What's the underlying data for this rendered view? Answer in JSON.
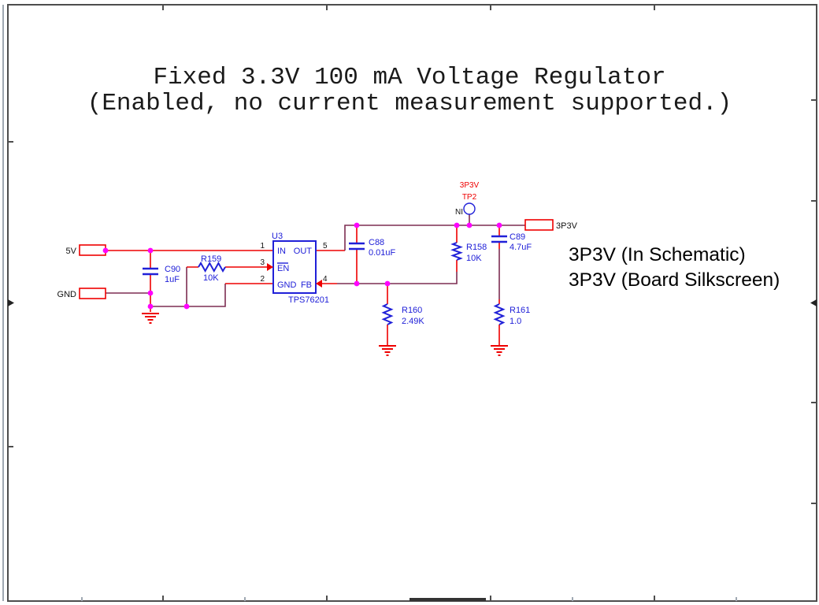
{
  "title": {
    "line1": "Fixed 3.3V 100 mA Voltage Regulator",
    "line2": "(Enabled, no current measurement supported.)"
  },
  "annotations": {
    "in_schematic": "3P3V (In Schematic)",
    "board_silkscreen": "3P3V (Board Silkscreen)"
  },
  "ports": {
    "p5v": {
      "label": "5V"
    },
    "gnd": {
      "label": "GND"
    },
    "p3p3v": {
      "label": "3P3V"
    }
  },
  "ic": {
    "ref": "U3",
    "part": "TPS76201",
    "pins": {
      "in": {
        "num": "1",
        "name": "IN"
      },
      "en": {
        "num": "3",
        "name": "EN"
      },
      "gnd": {
        "num": "2",
        "name": "GND"
      },
      "out": {
        "num": "5",
        "name": "OUT"
      },
      "fb": {
        "num": "4",
        "name": "FB"
      }
    }
  },
  "components": {
    "c90": {
      "ref": "C90",
      "value": "1uF"
    },
    "r159": {
      "ref": "R159",
      "value": "10K"
    },
    "c88": {
      "ref": "C88",
      "value": "0.01uF"
    },
    "r158": {
      "ref": "R158",
      "value": "10K"
    },
    "c89": {
      "ref": "C89",
      "value": "4.7uF"
    },
    "r160": {
      "ref": "R160",
      "value": "2.49K"
    },
    "r161": {
      "ref": "R161",
      "value": "1.0"
    }
  },
  "testpoint": {
    "net": "3P3V",
    "ref": "TP2",
    "flag": "NI"
  },
  "colors": {
    "wire-red": "#ee0000",
    "wire-dark": "#7d2d52",
    "symbol-blue": "#2020d8",
    "junction": "#ff00ff",
    "text-black": "#111111",
    "frame": "#4d4d4d"
  }
}
